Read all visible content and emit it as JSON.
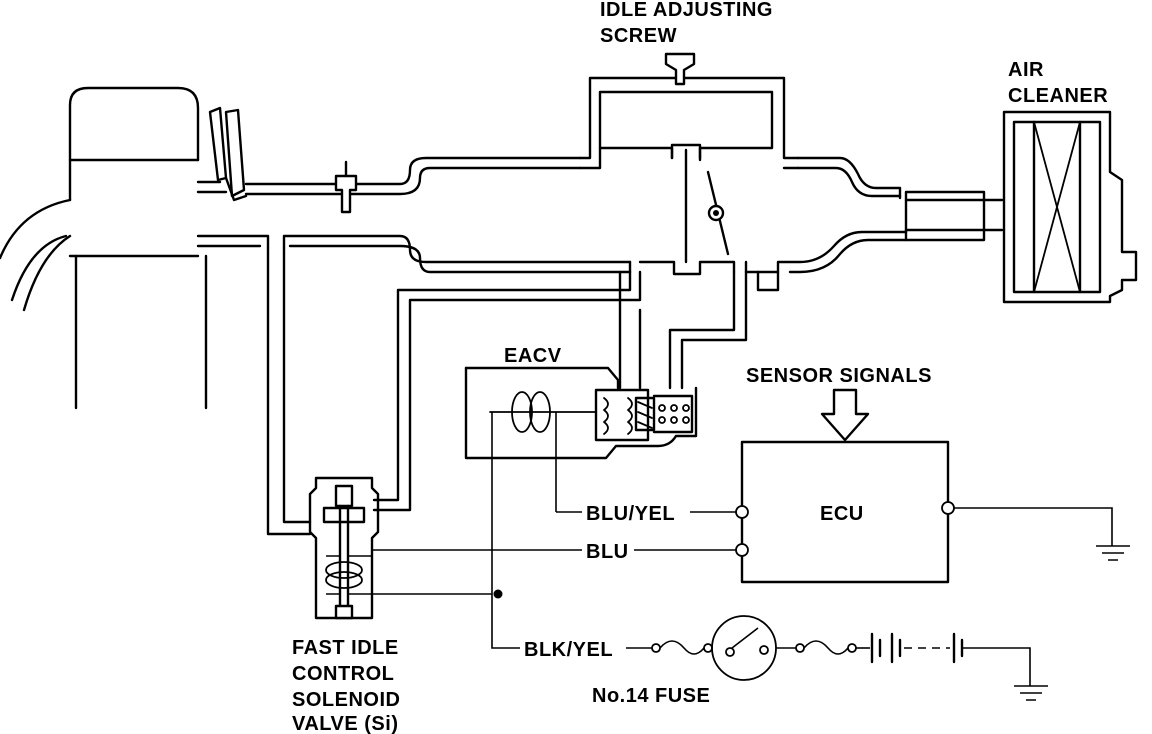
{
  "labels": {
    "idle_adjusting_screw_1": "IDLE ADJUSTING",
    "idle_adjusting_screw_2": "SCREW",
    "air_cleaner_1": "AIR",
    "air_cleaner_2": "CLEANER",
    "eacv": "EACV",
    "sensor_signals": "SENSOR SIGNALS",
    "ecu": "ECU",
    "wire_blu_yel": "BLU/YEL",
    "wire_blu": "BLU",
    "wire_blk_yel": "BLK/YEL",
    "fuse": "No.14 FUSE",
    "fast_idle_1": "FAST IDLE",
    "fast_idle_2": "CONTROL",
    "fast_idle_3": "SOLENOID",
    "fast_idle_4": "VALVE (Si)"
  }
}
